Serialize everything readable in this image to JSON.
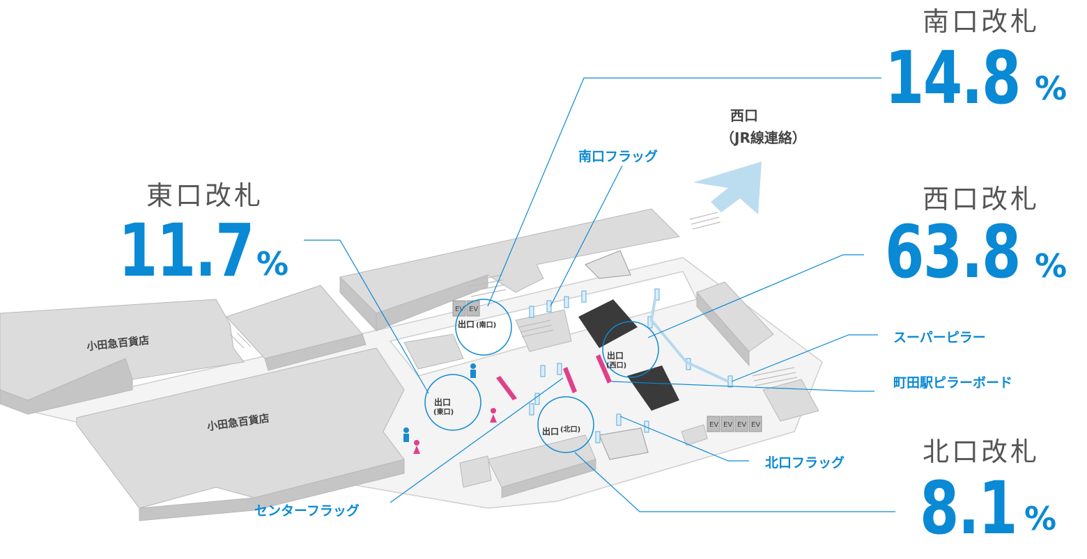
{
  "colors": {
    "accent": "#0a89d4",
    "building": "#dcdcdc",
    "building_side": "#bdbdbd",
    "arrow": "#bcdcf0",
    "flag": "#e0408a",
    "text": "#555555"
  },
  "gates": {
    "south": {
      "title": "南口改札",
      "value": "14.8",
      "unit": "%"
    },
    "east": {
      "title": "東口改札",
      "value": "11.7",
      "unit": "%"
    },
    "west": {
      "title": "西口改札",
      "value": "63.8",
      "unit": "%"
    },
    "north": {
      "title": "北口改札",
      "value": "8.1",
      "unit": "%"
    }
  },
  "callouts": {
    "south_flag": "南口フラッグ",
    "super_pillar": "スーパーピラー",
    "pillar_board": "町田駅ピラーボード",
    "north_flag": "北口フラッグ",
    "center_flag": "センターフラッグ"
  },
  "destination": {
    "line1": "西口",
    "line2": "（JR線連絡）"
  },
  "stores": {
    "store_a": "小田急百貨店",
    "store_b": "小田急百貨店"
  },
  "exits": {
    "south": {
      "label": "出口",
      "sub": "(南口)"
    },
    "west": {
      "label": "出口",
      "sub": "(西口)"
    },
    "east": {
      "label": "出口",
      "sub": "(東口)"
    },
    "north": {
      "label": "出口",
      "sub": "(北口)"
    }
  },
  "elevator_label": "EV",
  "icons": [
    "restroom-male-icon",
    "restroom-female-icon",
    "direction-arrow-icon"
  ]
}
